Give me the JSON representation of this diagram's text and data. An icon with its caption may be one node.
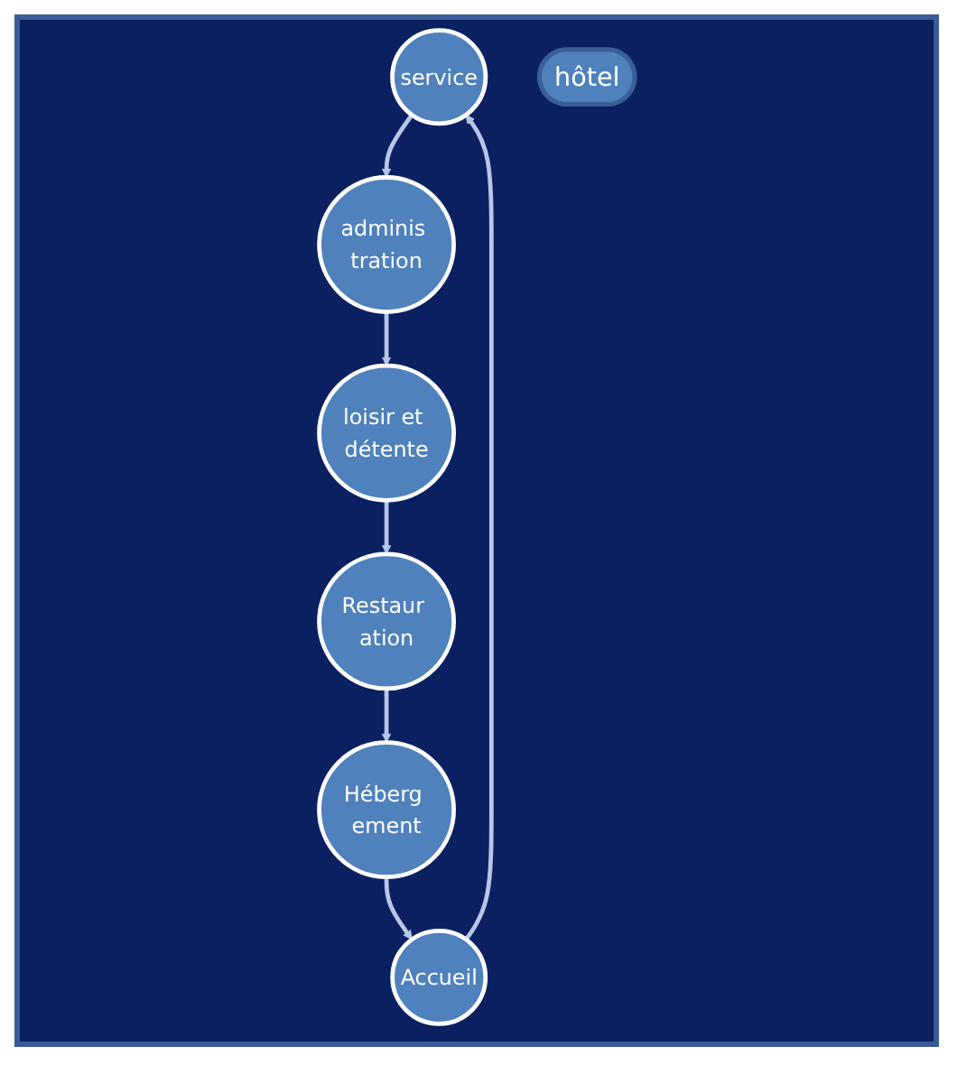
{
  "diagram": {
    "nodes": [
      {
        "text": [
          "service"
        ]
      },
      {
        "text": [
          "Accueil"
        ]
      },
      {
        "text": [
          "adminis tration"
        ]
      },
      {
        "text": [
          "hôtel"
        ]
      },
      {
        "text": [
          "Héberg ement"
        ]
      },
      {
        "text": [
          "loisir et détente"
        ]
      },
      {
        "text": [
          "Restaur ation"
        ]
      }
    ],
    "edges": [
      {
        "from": 1,
        "to": 0,
        "arrow": "to"
      },
      {
        "from": 0,
        "to": 2,
        "arrow": "to"
      },
      {
        "from": 2,
        "to": 5,
        "arrow": "to"
      },
      {
        "from": 5,
        "to": 6,
        "arrow": "to"
      },
      {
        "from": 6,
        "to": 4,
        "arrow": "to"
      },
      {
        "from": 4,
        "to": 1,
        "arrow": "to"
      }
    ]
  }
}
